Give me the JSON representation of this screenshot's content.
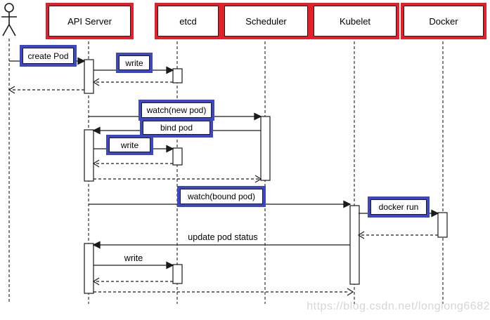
{
  "participants": [
    {
      "id": "api-server",
      "label": "API Server"
    },
    {
      "id": "etcd",
      "label": "etcd"
    },
    {
      "id": "scheduler",
      "label": "Scheduler"
    },
    {
      "id": "kubelet",
      "label": "Kubelet"
    },
    {
      "id": "docker",
      "label": "Docker"
    }
  ],
  "icons": {
    "actor": "stick-figure-actor-icon"
  },
  "messages": [
    {
      "id": "create-pod",
      "label": "create Pod",
      "from": "actor",
      "to": "api-server",
      "style": "solid",
      "highlighted": true
    },
    {
      "id": "write-1",
      "label": "write",
      "from": "api-server",
      "to": "etcd",
      "style": "solid",
      "highlighted": true
    },
    {
      "id": "watch-new-pod",
      "label": "watch(new pod)",
      "from": "api-server",
      "to": "scheduler",
      "style": "solid",
      "highlighted": true
    },
    {
      "id": "bind-pod",
      "label": "bind pod",
      "from": "scheduler",
      "to": "api-server",
      "style": "solid",
      "highlighted": true
    },
    {
      "id": "write-2",
      "label": "write",
      "from": "api-server",
      "to": "etcd",
      "style": "solid",
      "highlighted": true
    },
    {
      "id": "watch-bound-pod",
      "label": "watch(bound pod)",
      "from": "api-server",
      "to": "kubelet",
      "style": "solid",
      "highlighted": true
    },
    {
      "id": "docker-run",
      "label": "docker run",
      "from": "kubelet",
      "to": "docker",
      "style": "solid",
      "highlighted": true
    },
    {
      "id": "update-pod-status",
      "label": "update pod status",
      "from": "kubelet",
      "to": "api-server",
      "style": "solid",
      "highlighted": false
    },
    {
      "id": "write-3",
      "label": "write",
      "from": "api-server",
      "to": "etcd",
      "style": "solid",
      "highlighted": false
    }
  ],
  "returns": [
    {
      "from": "etcd",
      "to": "api-server"
    },
    {
      "from": "api-server",
      "to": "actor"
    },
    {
      "from": "etcd",
      "to": "api-server"
    },
    {
      "from": "api-server",
      "to": "scheduler"
    },
    {
      "from": "docker",
      "to": "kubelet"
    },
    {
      "from": "etcd",
      "to": "api-server"
    },
    {
      "from": "api-server",
      "to": "kubelet"
    }
  ],
  "watermark": "https://blog.csdn.net/longlong6682",
  "colors": {
    "annotation_red": "#e3202a",
    "annotation_blue": "#3d47c4",
    "line": "#1a1a1a",
    "watermark": "#d6d6d6"
  }
}
